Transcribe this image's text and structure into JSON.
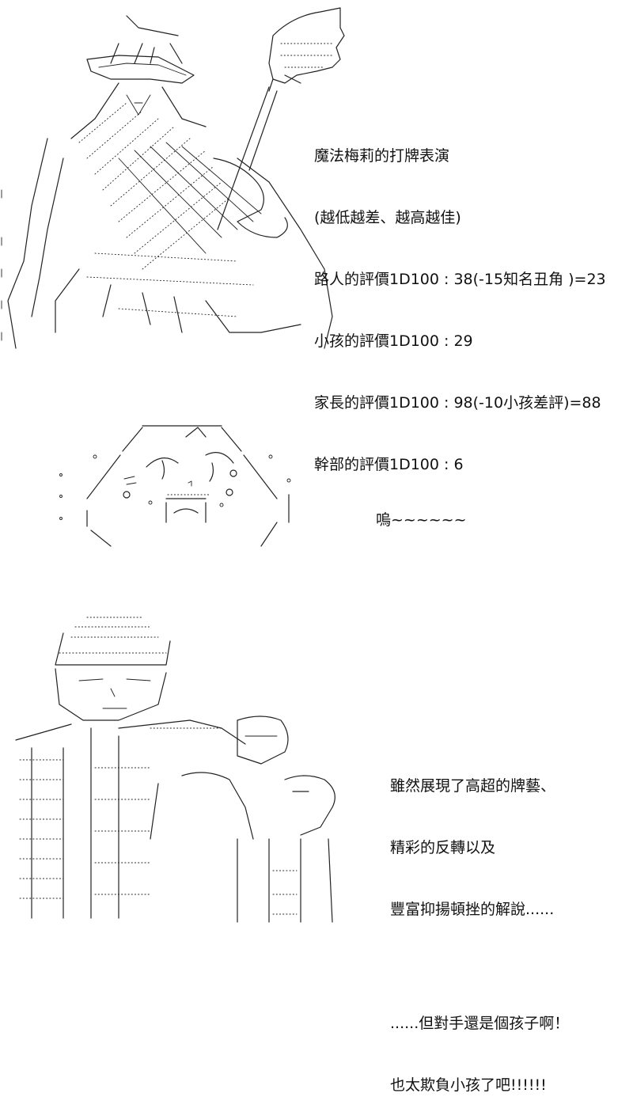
{
  "panel1": {
    "lines": [
      "魔法梅莉的打牌表演",
      "(越低越差、越高越佳)",
      "路人的評價1D100 : 38(-15知名丑角 )=23",
      "小孩的評價1D100 : 29",
      "家長的評價1D100 : 98(-10小孩差評)=88",
      "幹部的評價1D100 : 6"
    ]
  },
  "panel2": {
    "line": "嗚~~~~~~"
  },
  "panel3": {
    "lines_a": [
      "雖然展現了高超的牌藝、",
      "精彩的反轉以及",
      "豐富抑揚頓挫的解說......"
    ],
    "lines_b": [
      "......但對手還是個孩子啊！",
      "也太欺負小孩了吧!!!!!!"
    ]
  }
}
